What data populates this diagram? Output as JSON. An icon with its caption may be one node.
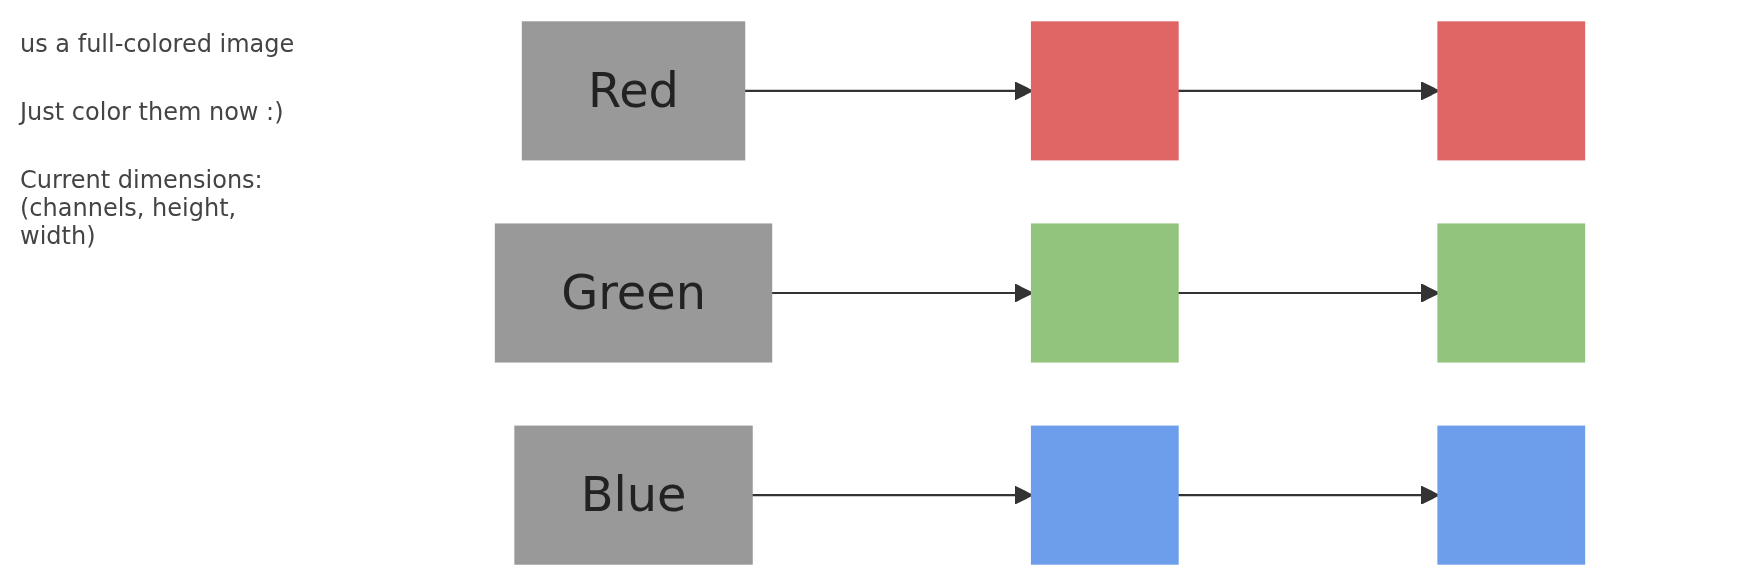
{
  "diagram": {
    "nodes": [
      {
        "text": [
          "Red"
        ]
      },
      {
        "text": [
          "Green"
        ]
      },
      {
        "text": [
          "Blue"
        ]
      },
      {
        "text": [],
        "shape": "box"
      },
      {
        "text": [],
        "shape": "box"
      },
      {
        "text": [],
        "shape": "box"
      },
      {
        "text": [],
        "shape": "box"
      },
      {
        "text": [],
        "shape": "box"
      },
      {
        "text": [],
        "shape": "box"
      }
    ],
    "edges": [
      {
        "from": 0,
        "to": 3,
        "arrow": "to"
      },
      {
        "from": 1,
        "to": 4,
        "arrow": "to"
      },
      {
        "from": 2,
        "to": 5,
        "arrow": "to"
      },
      {
        "from": 3,
        "to": 6,
        "arrow": "to"
      },
      {
        "from": 4,
        "to": 7,
        "arrow": "to"
      },
      {
        "from": 5,
        "to": 8,
        "arrow": "to"
      }
    ],
    "labels": [
      "us a full-colored image",
      "Just color them now :)",
      "Current dimensions: (channels, height, width)"
    ]
  }
}
